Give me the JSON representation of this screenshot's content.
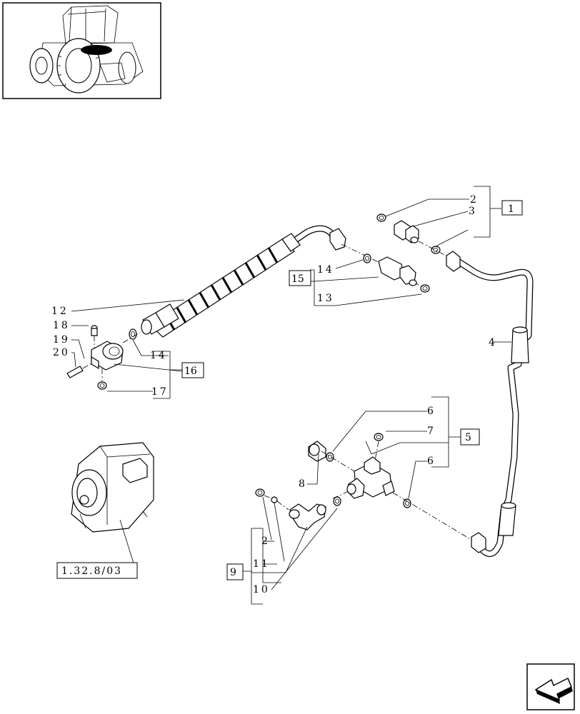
{
  "callouts": {
    "c1": "1",
    "c2a": "2",
    "c3": "3",
    "c4": "4",
    "c5": "5",
    "c6a": "6",
    "c7": "7",
    "c6b": "6",
    "c8": "8",
    "c9": "9",
    "c2b": "2",
    "c11": "11",
    "c10": "10",
    "c12": "12",
    "c13": "13",
    "c14a": "14",
    "c15": "15",
    "c14b": "14",
    "c16": "16",
    "c17": "17",
    "c18": "18",
    "c19": "19",
    "c20": "20"
  },
  "reference": "1.32.8/03",
  "icons": {
    "thumbnail": "tractor-thumbnail-icon",
    "pump": "hydraulic-pump-icon",
    "nav": "next-page-arrow-icon"
  }
}
